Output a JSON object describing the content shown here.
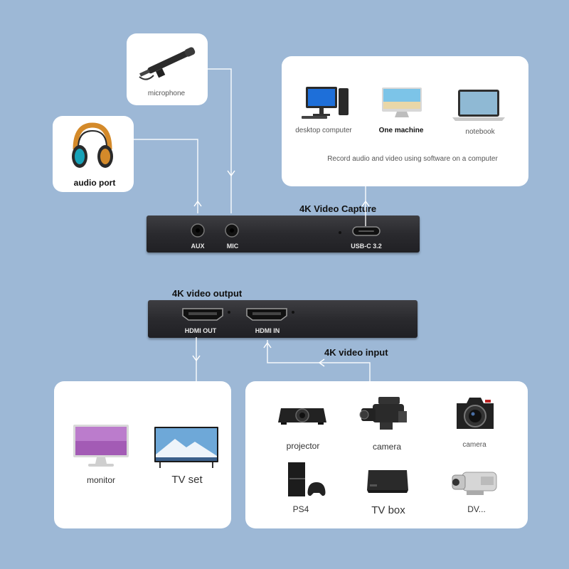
{
  "labels": {
    "microphone": "microphone",
    "audio_port": "audio port",
    "desktop_computer": "desktop computer",
    "one_machine": "One machine",
    "notebook": "notebook",
    "record_caption": "Record audio and video using software on a computer",
    "capture_title": "4K Video Capture",
    "port_aux": "AUX",
    "port_mic": "MIC",
    "port_usbc": "USB-C 3.2",
    "output_title": "4K video output",
    "port_hdmi_out": "HDMI OUT",
    "port_hdmi_in": "HDMI IN",
    "input_title": "4K video input",
    "monitor": "monitor",
    "tv_set": "TV set",
    "projector": "projector",
    "camera_video": "camera",
    "camera_dslr": "camera",
    "ps4": "PS4",
    "tv_box": "TV box",
    "dv": "DV..."
  },
  "colors": {
    "background": "#9db8d6",
    "card": "#ffffff",
    "connector": "#ffffff",
    "device_body": "#2e2e32"
  },
  "icons": [
    "microphone-icon",
    "headphones-icon",
    "desktop-computer-icon",
    "all-in-one-computer-icon",
    "notebook-icon",
    "monitor-icon",
    "tv-icon",
    "projector-icon",
    "video-camera-icon",
    "dslr-camera-icon",
    "ps4-icon",
    "tv-box-icon",
    "camcorder-icon"
  ]
}
